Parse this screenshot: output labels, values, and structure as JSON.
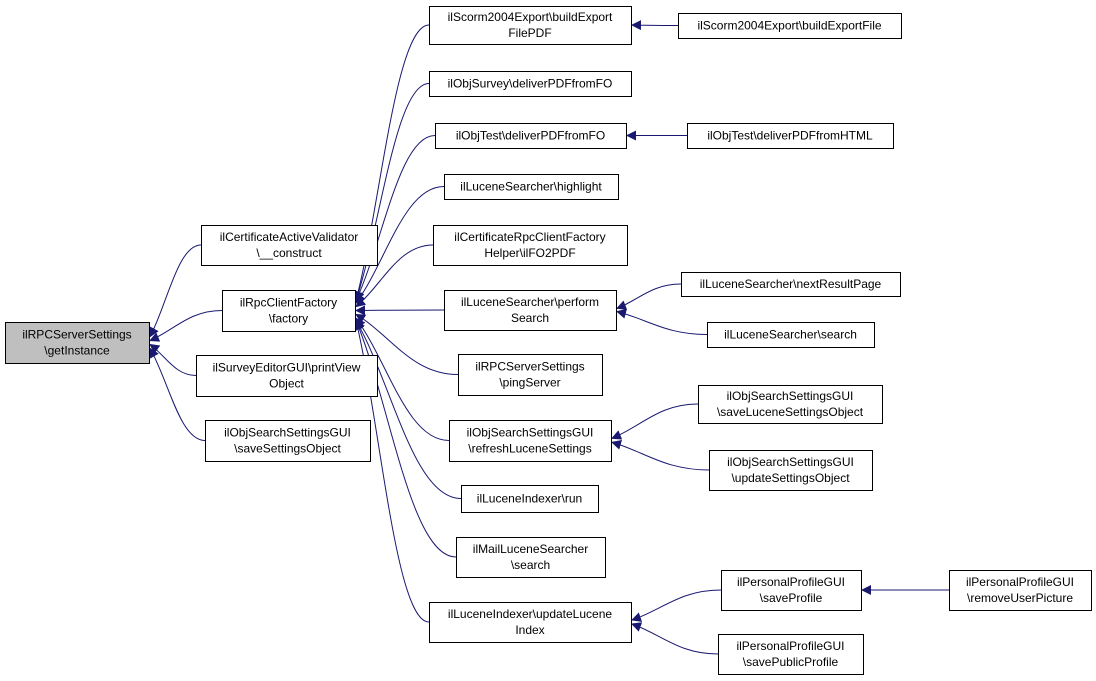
{
  "diagram": {
    "nodes": [
      {
        "id": "root",
        "lines": [
          "ilRPCServerSettings",
          "\\getInstance"
        ],
        "highlighted": true
      },
      {
        "id": "cert_validator",
        "lines": [
          "ilCertificateActiveValidator",
          "\\__construct"
        ]
      },
      {
        "id": "rpc_factory",
        "lines": [
          "ilRpcClientFactory",
          "\\factory"
        ]
      },
      {
        "id": "survey_editor",
        "lines": [
          "ilSurveyEditorGUI\\printView",
          "Object"
        ]
      },
      {
        "id": "search_save_settings",
        "lines": [
          "ilObjSearchSettingsGUI",
          "\\saveSettingsObject"
        ]
      },
      {
        "id": "scorm_build_pdf",
        "lines": [
          "ilScorm2004Export\\buildExport",
          "FilePDF"
        ]
      },
      {
        "id": "scorm_build_file",
        "lines": [
          "ilScorm2004Export\\buildExportFile"
        ]
      },
      {
        "id": "survey_deliver",
        "lines": [
          "ilObjSurvey\\deliverPDFfromFO"
        ]
      },
      {
        "id": "test_deliver_fo",
        "lines": [
          "ilObjTest\\deliverPDFfromFO"
        ]
      },
      {
        "id": "test_deliver_html",
        "lines": [
          "ilObjTest\\deliverPDFfromHTML"
        ]
      },
      {
        "id": "lucene_highlight",
        "lines": [
          "ilLuceneSearcher\\highlight"
        ]
      },
      {
        "id": "cert_rpc_helper",
        "lines": [
          "ilCertificateRpcClientFactory",
          "Helper\\ilFO2PDF"
        ]
      },
      {
        "id": "lucene_perform",
        "lines": [
          "ilLuceneSearcher\\perform",
          "Search"
        ]
      },
      {
        "id": "lucene_next",
        "lines": [
          "ilLuceneSearcher\\nextResultPage"
        ]
      },
      {
        "id": "lucene_search",
        "lines": [
          "ilLuceneSearcher\\search"
        ]
      },
      {
        "id": "rpc_ping",
        "lines": [
          "ilRPCServerSettings",
          "\\pingServer"
        ]
      },
      {
        "id": "search_refresh",
        "lines": [
          "ilObjSearchSettingsGUI",
          "\\refreshLuceneSettings"
        ]
      },
      {
        "id": "search_save_lucene",
        "lines": [
          "ilObjSearchSettingsGUI",
          "\\saveLuceneSettingsObject"
        ]
      },
      {
        "id": "search_update",
        "lines": [
          "ilObjSearchSettingsGUI",
          "\\updateSettingsObject"
        ]
      },
      {
        "id": "indexer_run",
        "lines": [
          "ilLuceneIndexer\\run"
        ]
      },
      {
        "id": "mail_search",
        "lines": [
          "ilMailLuceneSearcher",
          "\\search"
        ]
      },
      {
        "id": "indexer_update",
        "lines": [
          "ilLuceneIndexer\\updateLucene",
          "Index"
        ]
      },
      {
        "id": "profile_save",
        "lines": [
          "ilPersonalProfileGUI",
          "\\saveProfile"
        ]
      },
      {
        "id": "profile_remove_pic",
        "lines": [
          "ilPersonalProfileGUI",
          "\\removeUserPicture"
        ]
      },
      {
        "id": "profile_save_public",
        "lines": [
          "ilPersonalProfileGUI",
          "\\savePublicProfile"
        ]
      }
    ],
    "edges": [
      {
        "from": "cert_validator",
        "to": "root"
      },
      {
        "from": "rpc_factory",
        "to": "root"
      },
      {
        "from": "survey_editor",
        "to": "root"
      },
      {
        "from": "search_save_settings",
        "to": "root"
      },
      {
        "from": "scorm_build_pdf",
        "to": "rpc_factory"
      },
      {
        "from": "survey_deliver",
        "to": "rpc_factory"
      },
      {
        "from": "test_deliver_fo",
        "to": "rpc_factory"
      },
      {
        "from": "lucene_highlight",
        "to": "rpc_factory"
      },
      {
        "from": "cert_rpc_helper",
        "to": "rpc_factory"
      },
      {
        "from": "lucene_perform",
        "to": "rpc_factory"
      },
      {
        "from": "rpc_ping",
        "to": "rpc_factory"
      },
      {
        "from": "search_refresh",
        "to": "rpc_factory"
      },
      {
        "from": "indexer_run",
        "to": "rpc_factory"
      },
      {
        "from": "mail_search",
        "to": "rpc_factory"
      },
      {
        "from": "indexer_update",
        "to": "rpc_factory"
      },
      {
        "from": "scorm_build_file",
        "to": "scorm_build_pdf"
      },
      {
        "from": "test_deliver_html",
        "to": "test_deliver_fo"
      },
      {
        "from": "lucene_next",
        "to": "lucene_perform"
      },
      {
        "from": "lucene_search",
        "to": "lucene_perform"
      },
      {
        "from": "search_save_lucene",
        "to": "search_refresh"
      },
      {
        "from": "search_update",
        "to": "search_refresh"
      },
      {
        "from": "profile_save",
        "to": "indexer_update"
      },
      {
        "from": "profile_save_public",
        "to": "indexer_update"
      },
      {
        "from": "profile_remove_pic",
        "to": "profile_save"
      }
    ],
    "colors": {
      "edge": "#191970",
      "node_border": "#000000",
      "node_fill": "#ffffff",
      "highlight_fill": "#bfbfbf",
      "text": "#000000"
    }
  }
}
